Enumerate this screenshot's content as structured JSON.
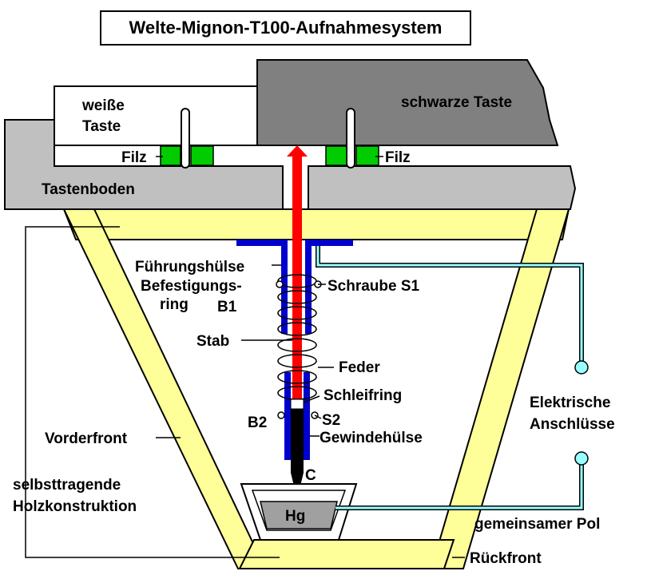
{
  "title": "Welte-Mignon-T100-Aufnahmesystem",
  "labels": {
    "white_key": [
      "weiße",
      "Taste"
    ],
    "black_key": "schwarze Taste",
    "felt_left": "Filz",
    "felt_right": "Filz",
    "key_bed": "Tastenboden",
    "guide_sleeve": "Führungshülse",
    "mounting_ring": [
      "Befestigungs-",
      "ring"
    ],
    "b1": "B1",
    "screw_s1": "Schraube S1",
    "rod": "Stab",
    "spring": "Feder",
    "slip_ring": "Schleifring",
    "b2": "B2",
    "s2": "S2",
    "thread_sleeve": "Gewindehülse",
    "c": "C",
    "front": "Vorderfront",
    "self_supporting": [
      "selbsttragende",
      "Holzkonstruktion"
    ],
    "mercury": "Hg",
    "electrical": [
      "Elektrische",
      "Anschlüsse"
    ],
    "common_pole": "gemeinsamer Pol",
    "back_front": "Rückfront"
  },
  "colors": {
    "wood": "#ffff99",
    "key_bed": "#c0c0c0",
    "black_key": "#808080",
    "felt": "#00cc00",
    "rod": "#ff0000",
    "sleeve": "#0000cc",
    "wire": "#99ffff",
    "mercury": "#a0a0a0"
  }
}
